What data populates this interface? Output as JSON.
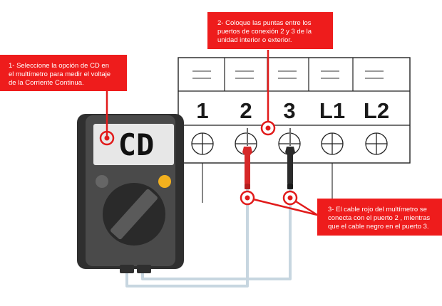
{
  "diagram": {
    "colors": {
      "callout": "#ee1c1c",
      "marker": "#e11b1b",
      "probe_red": "#d62828",
      "probe_black": "#2b2b2b",
      "cable": "#c7d6e0",
      "meter_body": "#4a4a4a",
      "meter_frame": "#2f2f2f",
      "lcd": "#e7e7e7",
      "knob_indicator": "#f2b01e",
      "knob_indicator_left": "#666666"
    },
    "terminal_block": {
      "ports": [
        "1",
        "2",
        "3",
        "L1",
        "L2"
      ]
    },
    "multimeter": {
      "display": "CD"
    },
    "callouts": {
      "step1": [
        "1- Seleccione la opción de CD  en",
        "el multímetro para medir el voltaje",
        "de la Corriente Continua."
      ],
      "step2": [
        "2- Coloque las puntas entre los",
        "puertos de conexión   2 y 3 de la",
        "unidad interior o exterior."
      ],
      "step3": [
        "3- El cable rojo del multímetro se",
        "conecta con el puerto 2 , mientras",
        "que el cable negro en el puerto 3."
      ]
    }
  }
}
